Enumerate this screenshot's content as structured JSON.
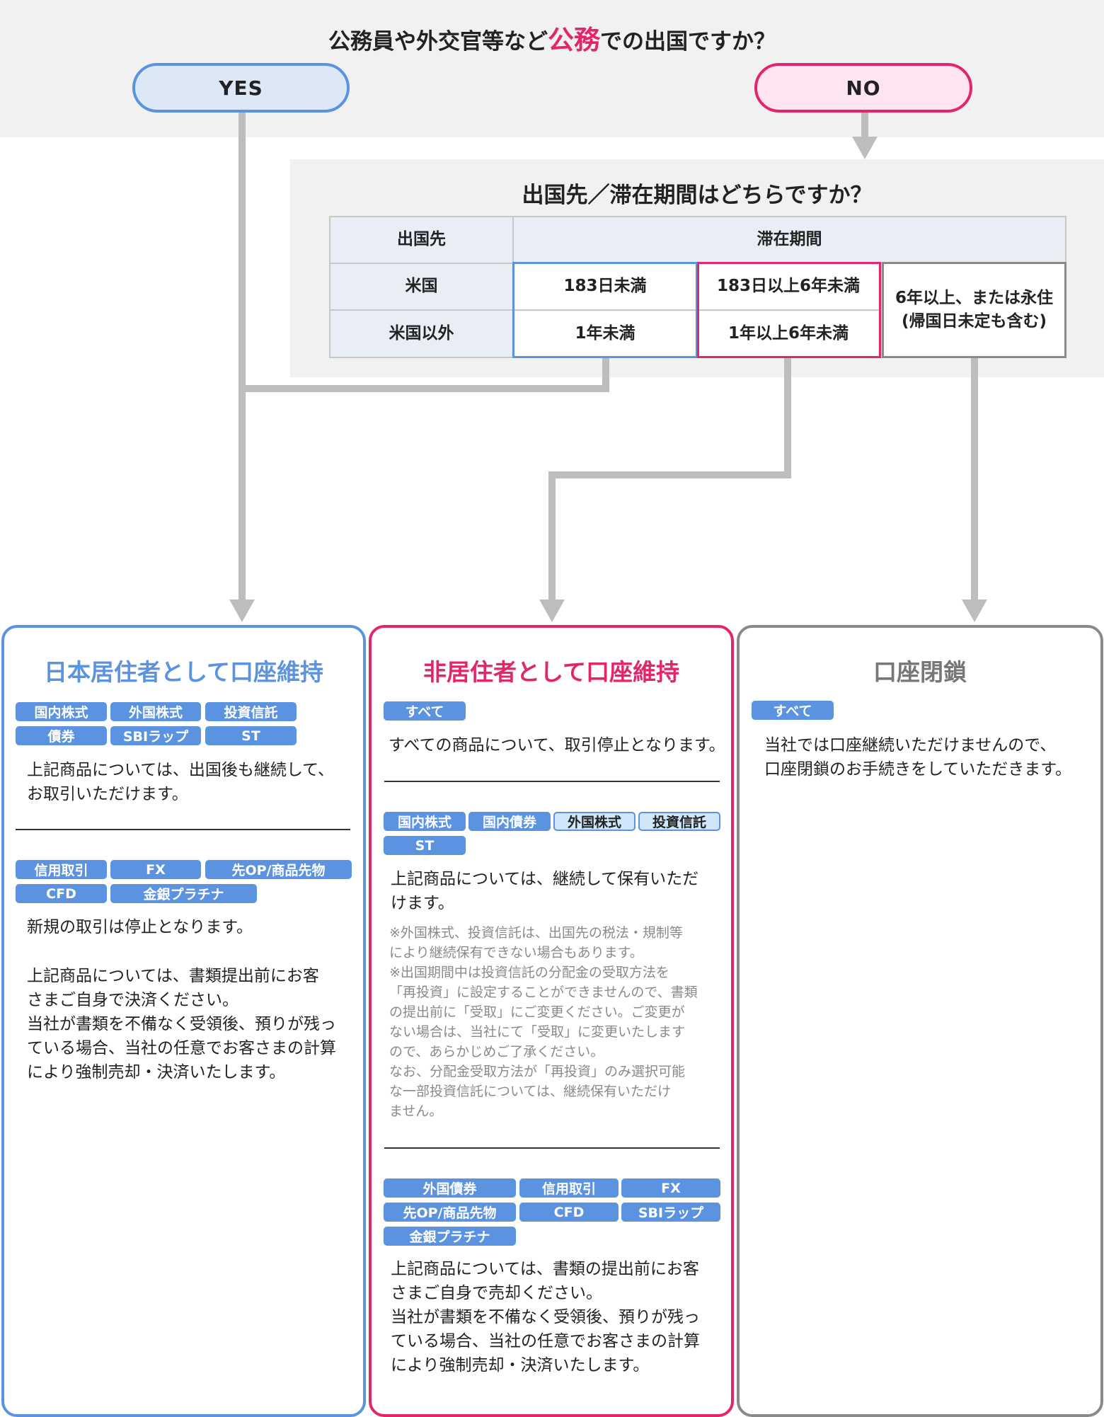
{
  "question1": {
    "before": "公務員や外交官等など",
    "highlight": "公務",
    "after": "での出国ですか？"
  },
  "answers": {
    "yes": "YES",
    "no": "NO"
  },
  "question2": "出国先／滞在期間はどちらですか？",
  "table": {
    "col_destination": "出国先",
    "col_period": "滞在期間",
    "row_us": "米国",
    "row_other": "米国以外",
    "us_short": "183日未満",
    "us_mid": "183日以上6年未満",
    "other_short": "1年未満",
    "other_mid": "1年以上6年未満",
    "long_line1": "6年以上、または永住",
    "long_line2": "(帰国日未定も含む)"
  },
  "boxes": {
    "resident": {
      "title": "日本居住者として口座維持",
      "group1_tags": [
        "国内株式",
        "外国株式",
        "投資信託",
        "債券",
        "SBIラップ",
        "ST"
      ],
      "group1_text": [
        "上記商品については、出国後も継続して、",
        "お取引いただけます。"
      ],
      "group2_tags": [
        "信用取引",
        "FX",
        "先OP/商品先物",
        "CFD",
        "金銀プラチナ"
      ],
      "group2_text1": "新規の取引は停止となります。",
      "group2_text2": [
        "上記商品については、書類提出前にお客",
        "さまご自身で決済ください。",
        "当社が書類を不備なく受領後、預りが残っ",
        "ている場合、当社の任意でお客さまの計算",
        "により強制売却・決済いたします。"
      ]
    },
    "nonresident": {
      "title": "非居住者として口座維持",
      "group1_tags": [
        "すべて"
      ],
      "group1_text": "すべての商品について、取引停止となります。",
      "group2_tags": [
        "国内株式",
        "国内債券",
        "外国株式",
        "投資信託",
        "ST"
      ],
      "group2_text": [
        "上記商品については、継続して保有いただ",
        "けます。"
      ],
      "group2_notes": [
        "※外国株式、投資信託は、出国先の税法・規制等",
        "により継続保有できない場合もあります。",
        "※出国期間中は投資信託の分配金の受取方法を",
        "「再投資」に設定することができませんので、書類",
        "の提出前に「受取」にご変更ください。ご変更が",
        "ない場合は、当社にて「受取」に変更いたします",
        "ので、あらかじめご了承ください。",
        "なお、分配金受取方法が「再投資」のみ選択可能",
        "な一部投資信託については、継続保有いただけ",
        "ません。"
      ],
      "group3_tags": [
        "外国債券",
        "信用取引",
        "FX",
        "先OP/商品先物",
        "CFD",
        "SBIラップ",
        "金銀プラチナ"
      ],
      "group3_text": [
        "上記商品については、書類の提出前にお客",
        "さまご自身で売却ください。",
        "当社が書類を不備なく受領後、預りが残っ",
        "ている場合、当社の任意でお客さまの計算",
        "により強制売却・決済いたします。"
      ]
    },
    "closure": {
      "title": "口座閉鎖",
      "tags": [
        "すべて"
      ],
      "text": [
        "当社では口座継続いただけませんので、",
        "口座閉鎖のお手続きをしていただきます。"
      ]
    }
  },
  "colors": {
    "blue": "#5b93e0",
    "pink": "#e3266b",
    "gray": "#8a8a8a",
    "connector": "#bdbdbd",
    "band": "#f1f1f1"
  }
}
